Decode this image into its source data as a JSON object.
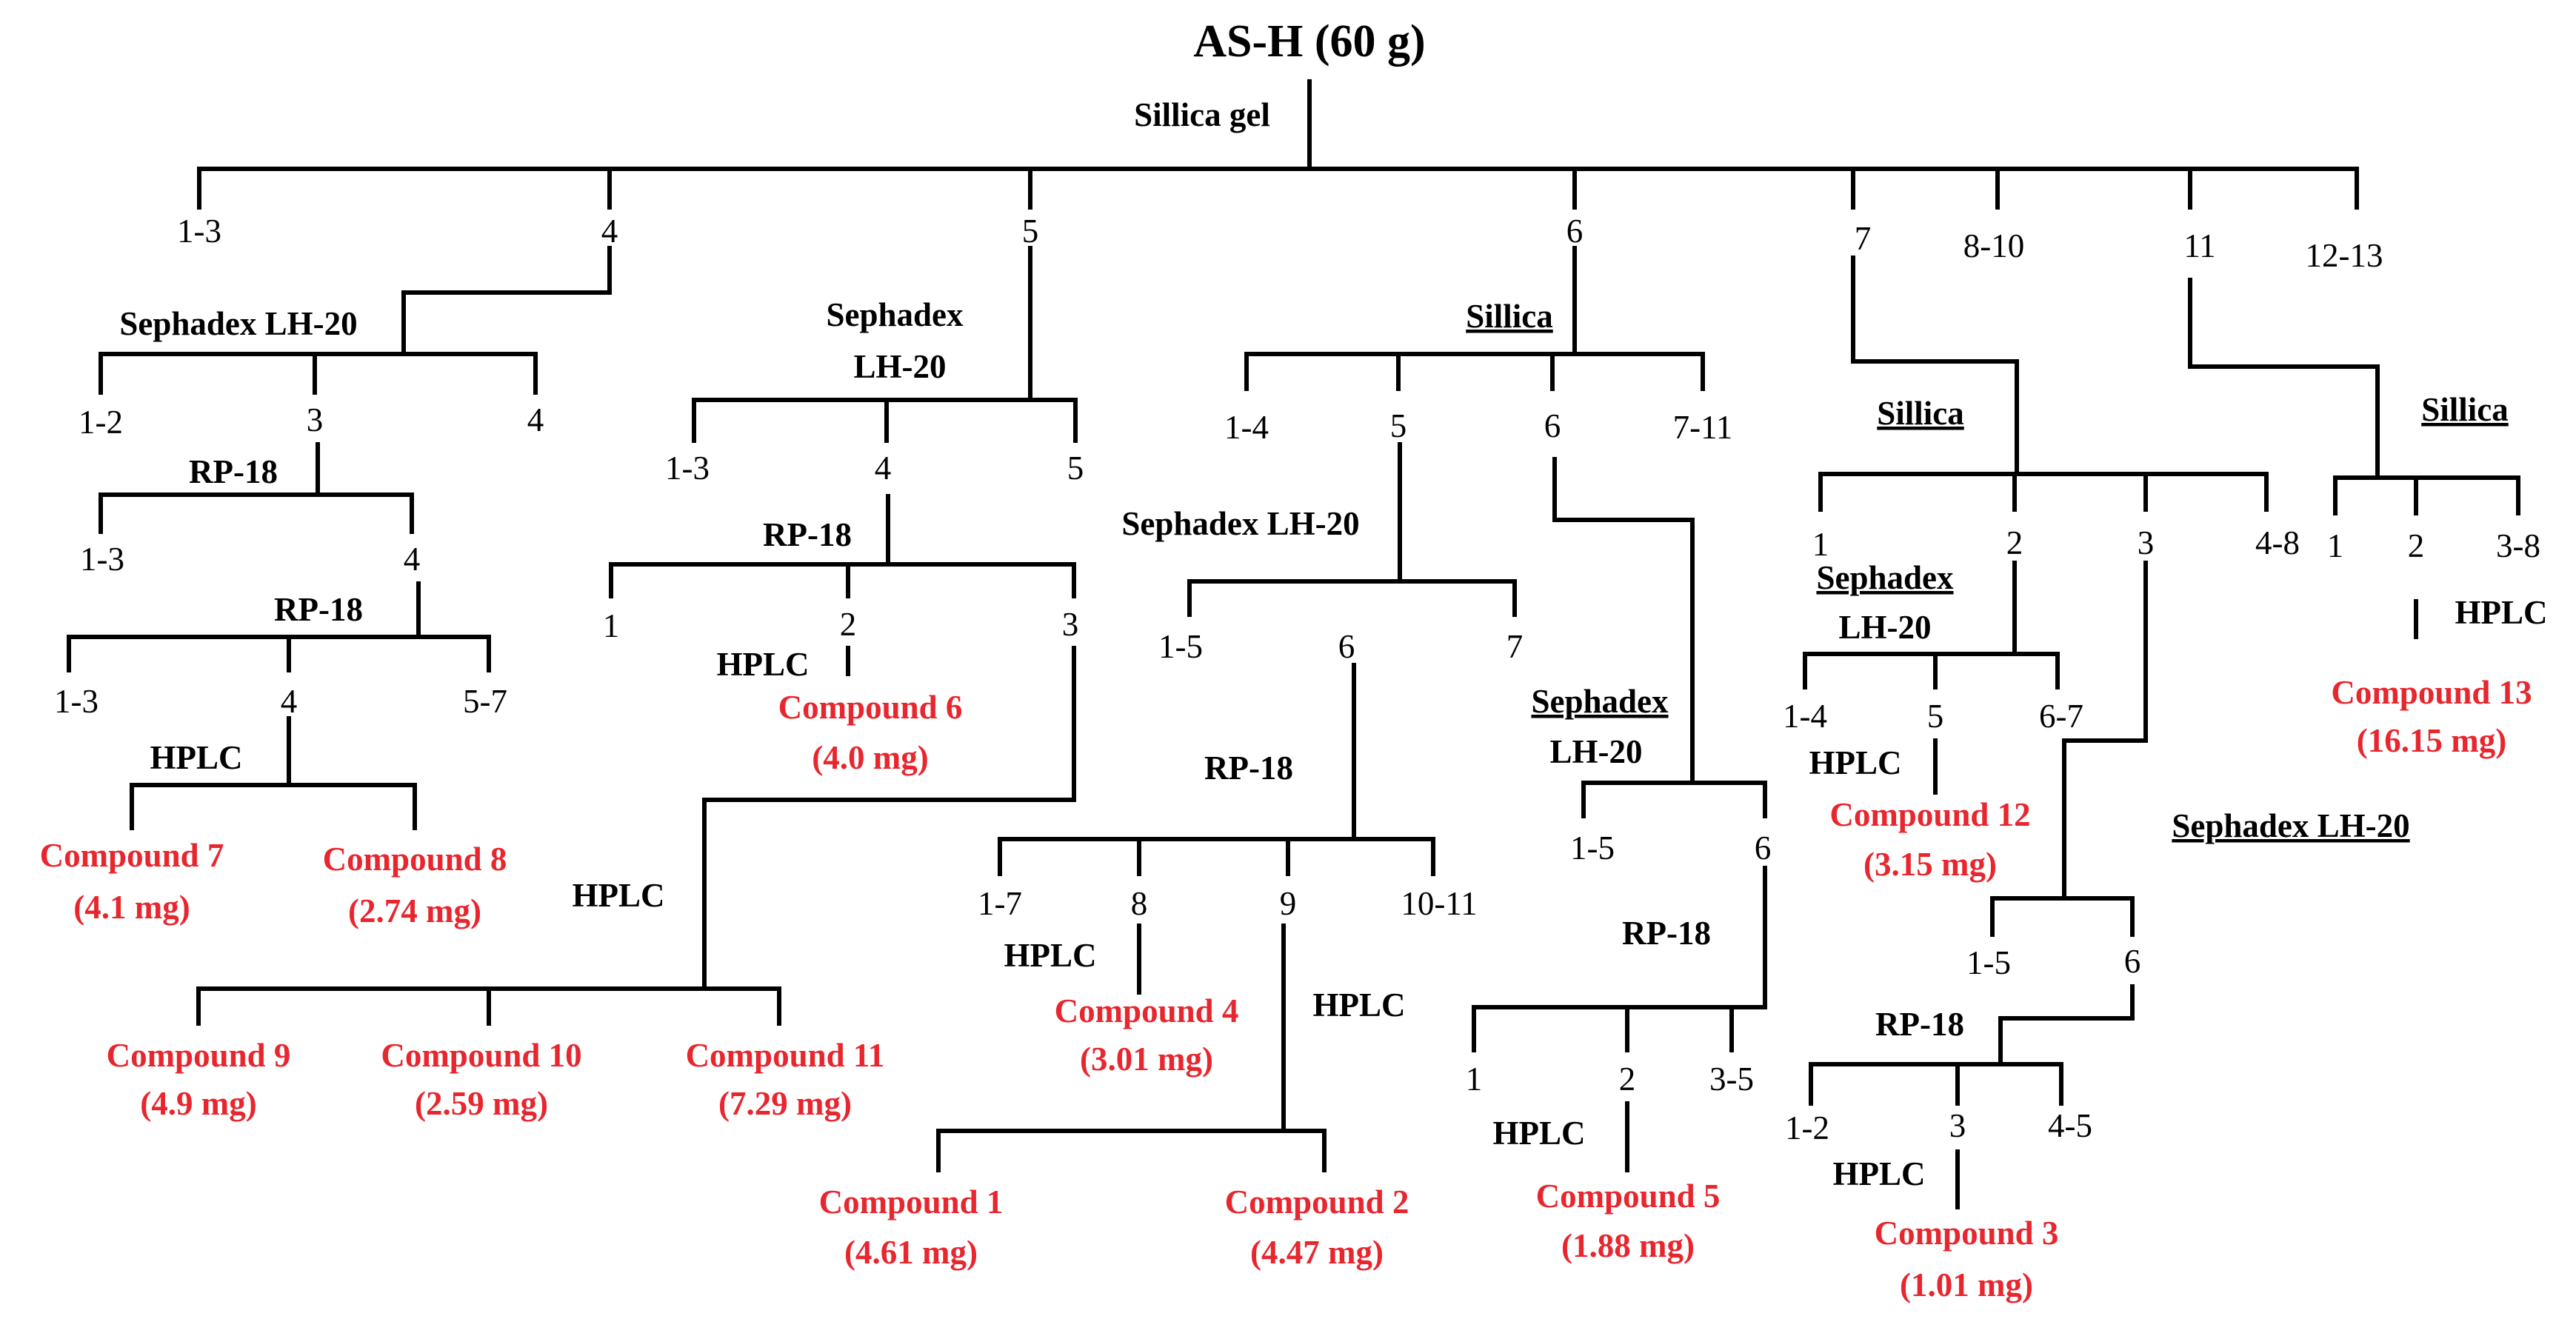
{
  "title": "AS-H (60 g)",
  "colors": {
    "lines": "#000000",
    "text": "#000000",
    "compound": "#e8262e"
  },
  "methods": {
    "root": "Sillica gel",
    "f4": "Sephadex LH-20",
    "f4_3": "RP-18",
    "f4_3_4": "RP-18",
    "f4_3_4_4": "HPLC",
    "f5_a": "Sephadex",
    "f5_b": "LH-20",
    "f5_4": "RP-18",
    "f5_4_2": "HPLC",
    "f5_4_3": "HPLC",
    "f6": "Sillica",
    "f6_5": "Sephadex LH-20",
    "f6_5_6": "RP-18",
    "f6_5_6_8": "HPLC",
    "f6_5_6_9": "HPLC",
    "f6_6_a": "Sephadex",
    "f6_6_b": "LH-20",
    "f6_6_6": "RP-18",
    "f6_6_6_2": "HPLC",
    "f7": "Sillica",
    "f7_2_a": "Sephadex",
    "f7_2_b": "LH-20",
    "f7_2_5": "HPLC",
    "f7_3": "Sephadex LH-20",
    "f7_3_6": "RP-18",
    "f7_3_6_3": "HPLC",
    "f11": "Sillica",
    "f11_2": "HPLC"
  },
  "fractions": {
    "top": [
      "1-3",
      "4",
      "5",
      "6",
      "7",
      "8-10",
      "11",
      "12-13"
    ],
    "f4": [
      "1-2",
      "3",
      "4"
    ],
    "f4_3": [
      "1-3",
      "4"
    ],
    "f4_3_4": [
      "1-3",
      "4",
      "5-7"
    ],
    "f5": [
      "1-3",
      "4",
      "5"
    ],
    "f5_4": [
      "1",
      "2",
      "3"
    ],
    "f6": [
      "1-4",
      "5",
      "6",
      "7-11"
    ],
    "f6_5": [
      "1-5",
      "6",
      "7"
    ],
    "f6_5_6": [
      "1-7",
      "8",
      "9",
      "10-11"
    ],
    "f6_6": [
      "1-5",
      "6"
    ],
    "f6_6_6": [
      "1",
      "2",
      "3-5"
    ],
    "f7": [
      "1",
      "2",
      "3",
      "4-8"
    ],
    "f7_2": [
      "1-4",
      "5",
      "6-7"
    ],
    "f7_3": [
      "1-5",
      "6"
    ],
    "f7_3_6": [
      "1-2",
      "3",
      "4-5"
    ],
    "f11": [
      "1",
      "2",
      "3-8"
    ]
  },
  "compounds": {
    "c1": {
      "name": "Compound 1",
      "mass": "(4.61 mg)"
    },
    "c2": {
      "name": "Compound 2",
      "mass": "(4.47 mg)"
    },
    "c3": {
      "name": "Compound 3",
      "mass": "(1.01 mg)"
    },
    "c4": {
      "name": "Compound 4",
      "mass": "(3.01 mg)"
    },
    "c5": {
      "name": "Compound 5",
      "mass": "(1.88 mg)"
    },
    "c6": {
      "name": "Compound 6",
      "mass": "(4.0 mg)"
    },
    "c7": {
      "name": "Compound 7",
      "mass": "(4.1 mg)"
    },
    "c8": {
      "name": "Compound 8",
      "mass": "(2.74 mg)"
    },
    "c9": {
      "name": "Compound 9",
      "mass": "(4.9 mg)"
    },
    "c10": {
      "name": "Compound 10",
      "mass": "(2.59 mg)"
    },
    "c11": {
      "name": "Compound 11",
      "mass": "(7.29 mg)"
    },
    "c12": {
      "name": "Compound 12",
      "mass": "(3.15 mg)"
    },
    "c13": {
      "name": "Compound 13",
      "mass": "(16.15 mg)"
    }
  }
}
